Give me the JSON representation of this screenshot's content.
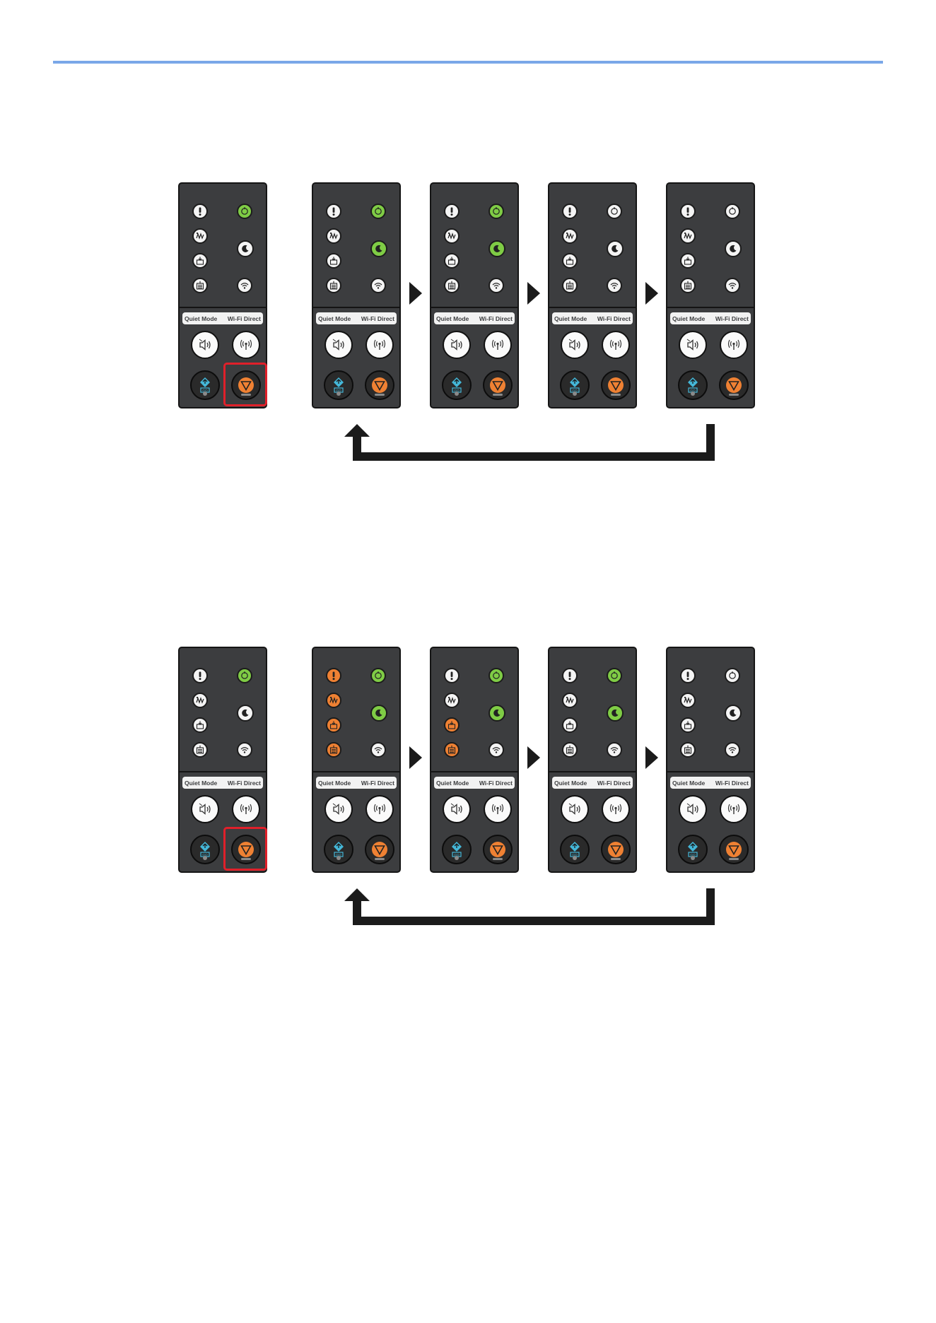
{
  "labels": {
    "quiet_mode": "Quiet Mode",
    "wifi_direct": "Wi-Fi Direct"
  },
  "colors": {
    "led_orange": "#ef8133",
    "led_green": "#7fcc45",
    "led_off": "#f4f4f4",
    "highlight": "#e0202a",
    "stop_orange": "#ef8133",
    "go_blue": "#44b7d8"
  },
  "icons": {
    "attention": "attention-icon",
    "paper_jam": "paper-jam-icon",
    "toner": "toner-icon",
    "paper_tray": "paper-tray-icon",
    "ready": "ready-icon",
    "sleep": "sleep-icon",
    "wifi": "wifi-icon",
    "quiet_mode_button": "quiet-mode-icon",
    "wifi_direct_button": "wifi-direct-icon",
    "go_button": "go-icon",
    "stop_button": "stop-icon"
  },
  "diagrams": [
    {
      "start_panel": {
        "highlight": "stop_button",
        "leds": {
          "attention": "off",
          "paper_jam": "off",
          "toner": "off",
          "paper_tray": "off",
          "ready": "green",
          "sleep": "off",
          "wifi": "off"
        }
      },
      "sequence": [
        {
          "attention": "off",
          "paper_jam": "off",
          "toner": "off",
          "paper_tray": "off",
          "ready": "green",
          "sleep": "green",
          "wifi": "off"
        },
        {
          "attention": "off",
          "paper_jam": "off",
          "toner": "off",
          "paper_tray": "off",
          "ready": "green",
          "sleep": "green",
          "wifi": "off"
        },
        {
          "attention": "off",
          "paper_jam": "off",
          "toner": "off",
          "paper_tray": "off",
          "ready": "off",
          "sleep": "off",
          "wifi": "off"
        },
        {
          "attention": "off",
          "paper_jam": "off",
          "toner": "off",
          "paper_tray": "off",
          "ready": "off",
          "sleep": "off",
          "wifi": "off"
        }
      ],
      "loops_back": true
    },
    {
      "start_panel": {
        "highlight": "stop_button",
        "leds": {
          "attention": "off",
          "paper_jam": "off",
          "toner": "off",
          "paper_tray": "off",
          "ready": "green",
          "sleep": "off",
          "wifi": "off"
        }
      },
      "sequence": [
        {
          "attention": "orange",
          "paper_jam": "orange",
          "toner": "orange",
          "paper_tray": "orange",
          "ready": "green",
          "sleep": "green",
          "wifi": "off"
        },
        {
          "attention": "off",
          "paper_jam": "off",
          "toner": "orange",
          "paper_tray": "orange",
          "ready": "green",
          "sleep": "green",
          "wifi": "off"
        },
        {
          "attention": "off",
          "paper_jam": "off",
          "toner": "off",
          "paper_tray": "off",
          "ready": "green",
          "sleep": "green",
          "wifi": "off"
        },
        {
          "attention": "off",
          "paper_jam": "off",
          "toner": "off",
          "paper_tray": "off",
          "ready": "off",
          "sleep": "off",
          "wifi": "off"
        }
      ],
      "loops_back": true
    }
  ]
}
